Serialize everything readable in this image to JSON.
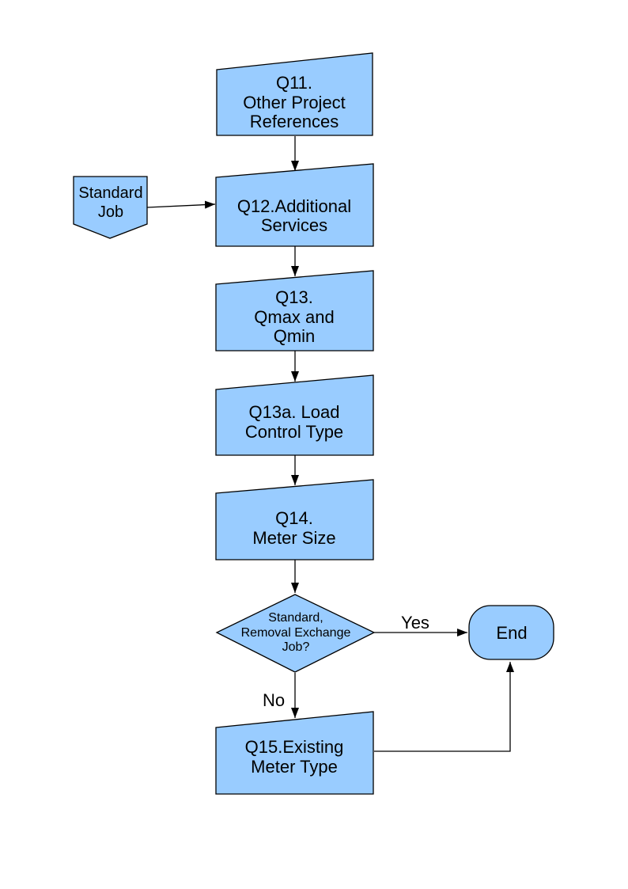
{
  "page": {
    "background": "#ffffff"
  },
  "diagram": {
    "type": "flowchart",
    "fill": "#99CCFF",
    "stroke": "#000000",
    "nodes": {
      "q11": {
        "shape": "manual-input",
        "lines": [
          "Q11.",
          "Other Project",
          "References"
        ]
      },
      "standard_job": {
        "shape": "off-page-connector",
        "lines": [
          "Standard",
          "Job"
        ]
      },
      "q12": {
        "shape": "manual-input",
        "lines": [
          "Q12.Additional",
          "Services"
        ]
      },
      "q13": {
        "shape": "manual-input",
        "lines": [
          "Q13.",
          "Qmax and",
          "Qmin"
        ]
      },
      "q13a": {
        "shape": "manual-input",
        "lines": [
          "Q13a. Load",
          "Control Type"
        ]
      },
      "q14": {
        "shape": "manual-input",
        "lines": [
          "Q14.",
          "Meter Size"
        ]
      },
      "decision": {
        "shape": "decision",
        "lines": [
          "Standard,",
          "Removal Exchange",
          "Job?"
        ]
      },
      "q15": {
        "shape": "manual-input",
        "lines": [
          "Q15.Existing",
          "Meter Type"
        ]
      },
      "end": {
        "shape": "terminator",
        "lines": [
          "End"
        ]
      }
    },
    "labels": {
      "yes": "Yes",
      "no": "No"
    },
    "edges": [
      {
        "from": "q11",
        "to": "q12"
      },
      {
        "from": "standard_job",
        "to": "q12"
      },
      {
        "from": "q12",
        "to": "q13"
      },
      {
        "from": "q13",
        "to": "q13a"
      },
      {
        "from": "q13a",
        "to": "q14"
      },
      {
        "from": "q14",
        "to": "decision"
      },
      {
        "from": "decision",
        "to": "end",
        "label_key": "yes"
      },
      {
        "from": "decision",
        "to": "q15",
        "label_key": "no"
      },
      {
        "from": "q15",
        "to": "end"
      }
    ]
  }
}
